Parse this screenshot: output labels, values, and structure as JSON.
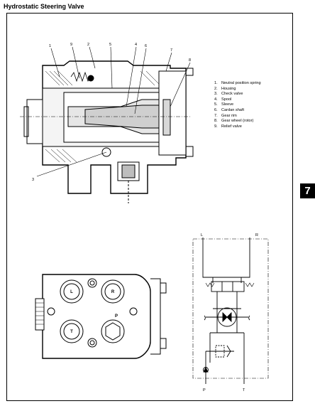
{
  "page": {
    "title": "Hydrostatic Steering Valve",
    "chapter_number": "7"
  },
  "legend": [
    {
      "num": "1.",
      "text": "Neutral position spring"
    },
    {
      "num": "2.",
      "text": "Housing"
    },
    {
      "num": "3.",
      "text": "Check valve"
    },
    {
      "num": "4.",
      "text": "Spool"
    },
    {
      "num": "5.",
      "text": "Sleeve"
    },
    {
      "num": "6.",
      "text": "Cardan shaft"
    },
    {
      "num": "7.",
      "text": "Gear rim"
    },
    {
      "num": "8.",
      "text": "Gear wheel (rotor)"
    },
    {
      "num": "9.",
      "text": "Relief valve"
    }
  ],
  "callouts": {
    "c1": "1",
    "c9": "9",
    "c2": "2",
    "c5": "5",
    "c4": "4",
    "c6": "6",
    "c7": "7",
    "c8": "8",
    "c3": "3"
  },
  "ports": {
    "L": "L",
    "R": "R",
    "T": "T",
    "P": "P"
  },
  "schematic": {
    "L": "L",
    "R": "R",
    "P": "P",
    "T": "T"
  }
}
